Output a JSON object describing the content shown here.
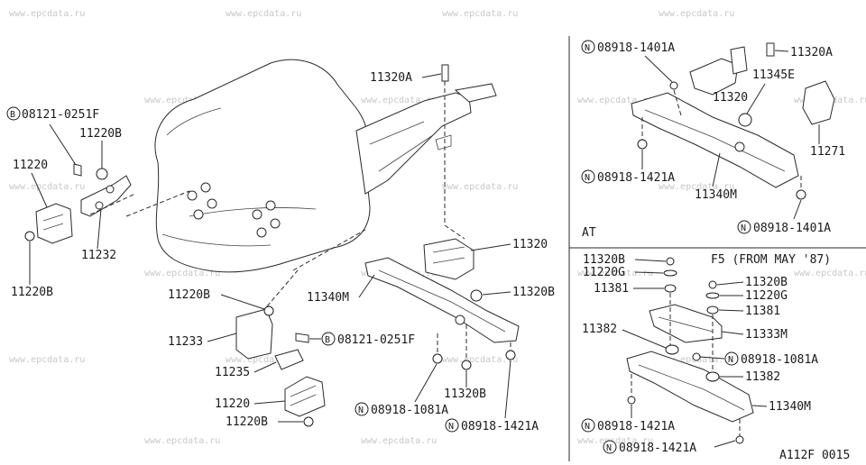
{
  "watermark": "www.epcdata.ru",
  "diagram_code": "A112F 0015",
  "sections": {
    "at_label": "AT",
    "f5_label": "F5 (FROM MAY '87)"
  },
  "part_numbers": {
    "bolt_11320a_main": "11320A",
    "bolt_08121_top": "08121-0251F",
    "nut_11220b_top": "11220B",
    "insulator_11220_left": "11220",
    "bracket_11232": "11232",
    "nut_11220b_left": "11220B",
    "insulator_11320_main": "11320",
    "nut_11320b_right": "11320B",
    "member_11340m_main": "11340M",
    "nut_11220b_lower": "11220B",
    "bracket_11233": "11233",
    "bolt_08121_lower": "08121-0251F",
    "bracket_11235": "11235",
    "insulator_11220_lower": "11220",
    "nut_11220b_bottom": "11220B",
    "nut_08918_1081a_main": "08918-1081A",
    "nut_11320b_bottom": "11320B",
    "nut_08918_1421a_main": "08918-1421A",
    "at_nut_08918_1401a_top": "08918-1401A",
    "at_bolt_11320a": "11320A",
    "at_insulator_11320": "11320",
    "at_part_11345e": "11345E",
    "at_nut_08918_1421a": "08918-1421A",
    "at_part_11271": "11271",
    "at_member_11340m": "11340M",
    "at_nut_08918_1401a_bottom": "08918-1401A",
    "f5_11320b_left": "11320B",
    "f5_11220g_left": "11220G",
    "f5_11381_left": "11381",
    "f5_11320b_right": "11320B",
    "f5_11220g_right": "11220G",
    "f5_11381_right": "11381",
    "f5_11382_left": "11382",
    "f5_11333m": "11333M",
    "f5_08918_1081a": "08918-1081A",
    "f5_11382_right": "11382",
    "f5_11340m": "11340M",
    "f5_08918_1421a_top": "08918-1421A",
    "f5_08918_1421a_bottom": "08918-1421A"
  },
  "prefix_markers": {
    "bolt": "B",
    "nut": "N"
  }
}
